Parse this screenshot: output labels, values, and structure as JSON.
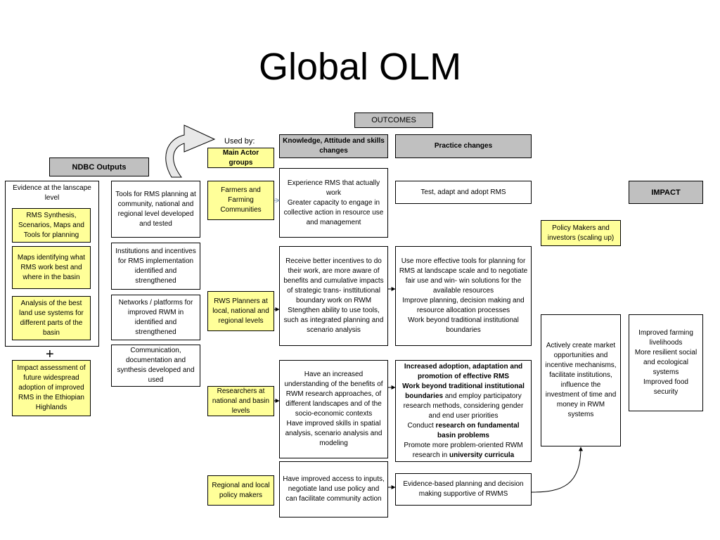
{
  "title": "Global OLM",
  "outcomes_label": "OUTCOMES",
  "used_by": "Used by:",
  "headers": {
    "ndbc_outputs": "NDBC Outputs",
    "main_actor_groups": "Main Actor groups",
    "kas_changes": "Knowledge, Attitude and skills changes",
    "practice_changes": "Practice changes",
    "impact": "IMPACT"
  },
  "evidence_group": {
    "label": "Evidence at the lanscape level",
    "items": [
      "RMS Synthesis, Scenarios, Maps and Tools for planning",
      "Maps identifying what RMS work best and where in the basin",
      "Analysis of the best land use systems for different parts of the basin"
    ]
  },
  "plus_sign": "+",
  "impact_assessment": "Impact assessment of future widespread adoption of improved RMS in the Ethiopian Highlands",
  "outputs": [
    "Tools for RMS planning at community, national and regional  level developed and tested",
    "Institutions and incentives for RMS implementation identified and strengthened",
    "Networks / platforms for improved RWM in identified and strengthened",
    "Communication, documentation and synthesis developed and used"
  ],
  "actors": [
    "Farmers and Farming Communities",
    "RWS Planners at local, national and regional levels",
    "Researchers at national and basin levels",
    "Regional and local policy makers"
  ],
  "kas": [
    "Experience RMS that actually work\nGreater capacity to engage in collective action in resource use and management",
    "Receive better incentives to do their work, are more aware of benefits and cumulative impacts of strategic trans- insttitutional boundary work on RWM\nStengthen ability to use tools, such as integrated planning and scenario analysis",
    "Have an increased understanding of the benefits of RWM research approaches, of different landscapes and of the socio-economic contexts\nHave improved skills in spatial analysis, scenario analysis and modeling",
    "Have improved access to inputs, negotiate land use policy and can facilitate community action"
  ],
  "practices": {
    "farmers": "Test, adapt and adopt RMS",
    "planners": "Use more effective tools for planning for RMS at landscape scale and to negotiate fair use and win- win solutions for the available resources\nImprove planning, decision making and resource allocation processes\nWork beyond traditional institutional boundaries",
    "researchers": {
      "l1": "Increased adoption,  adaptation  and promotion of effective RMS",
      "l2a": "Work beyond traditional institutional boundaries",
      "l2b": " and employ participatory research methods, considering gender and  end user priorities",
      "l3a": "Conduct ",
      "l3b": "research on fundamental basin problems",
      "l4a": "Promote more problem-oriented RWM research in ",
      "l4b": "university curricula"
    },
    "policy": "Evidence-based planning and decision making supportive of RWMS"
  },
  "policy_investors": "Policy Makers  and investors (scaling up)",
  "market_box": "Actively create market opportunities and incentive mechanisms, facilitate institutions, influence the investment of time and money in RWM systems",
  "impact_box": "Improved farming livelihoods\nMore resilient social and ecological systems\nImproved food security"
}
